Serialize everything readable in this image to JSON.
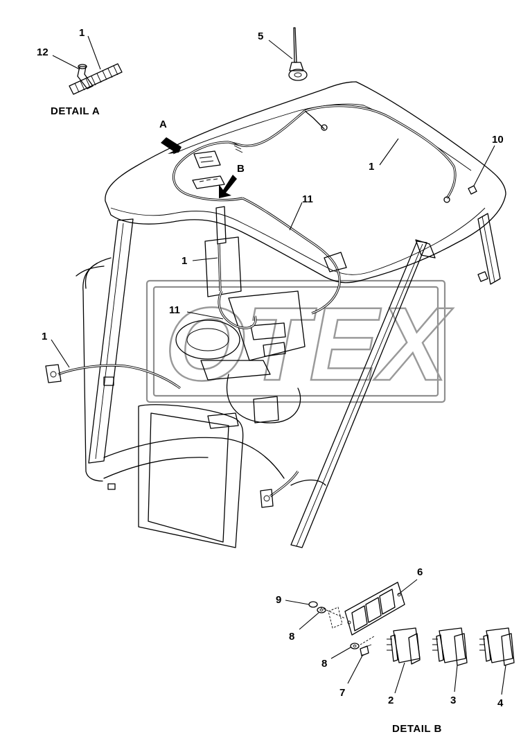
{
  "figure": {
    "captions": {
      "detail_a": "DETAIL A",
      "detail_b": "DETAIL B"
    },
    "views": {
      "a": "A",
      "b": "B"
    },
    "callouts": {
      "c1_detail_a": "1",
      "c12": "12",
      "c5": "5",
      "c10": "10",
      "c1_roof": "1",
      "c11_roof": "11",
      "c1_pillar": "1",
      "c11_console": "11",
      "c1_left": "1",
      "c6": "6",
      "c9": "9",
      "c8_upper": "8",
      "c8_lower": "8",
      "c7": "7",
      "c2": "2",
      "c3": "3",
      "c4": "4"
    },
    "watermark": {
      "text": "OTEX"
    }
  }
}
